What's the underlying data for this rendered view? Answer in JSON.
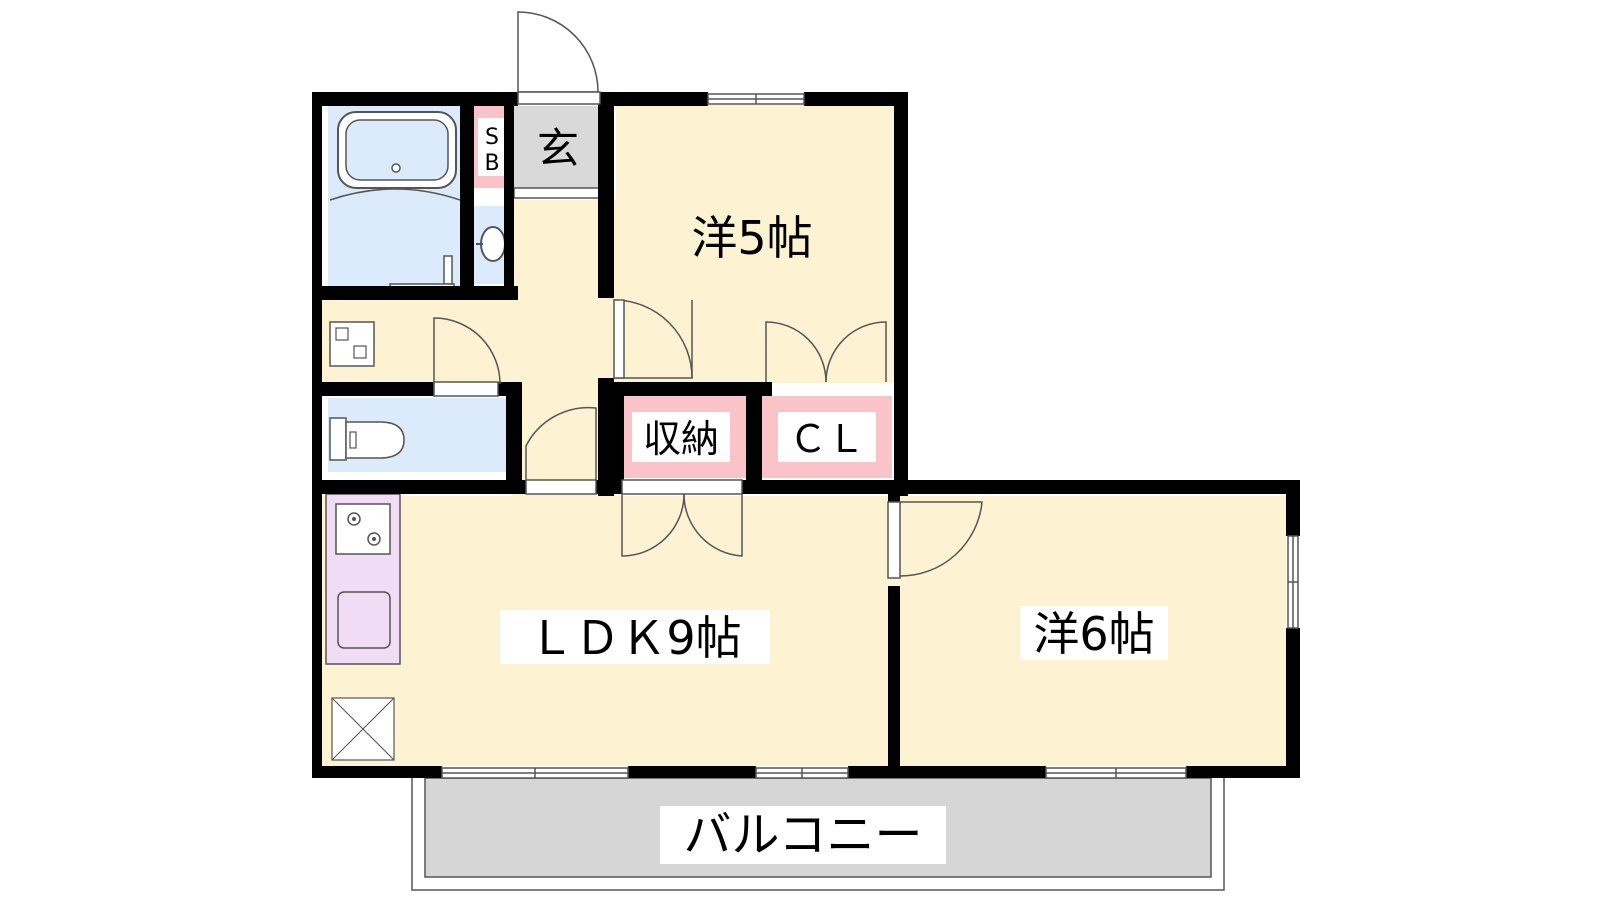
{
  "rooms": {
    "western_5": "洋5帖",
    "western_6": "洋6帖",
    "ldk": "ＬＤＫ9帖",
    "storage": "収納",
    "closet": "ＣＬ",
    "entrance": "玄",
    "shoe_box_top": "S",
    "shoe_box_bottom": "B",
    "balcony": "バルコニー"
  },
  "colors": {
    "wall": "#000000",
    "room_floor": "#fdf2d2",
    "wet_area": "#dcebfb",
    "storage": "#f9c3c8",
    "entrance": "#d9d9d9",
    "balcony": "#d6d6d6",
    "kitchen_counter": "#f0dcf5"
  }
}
